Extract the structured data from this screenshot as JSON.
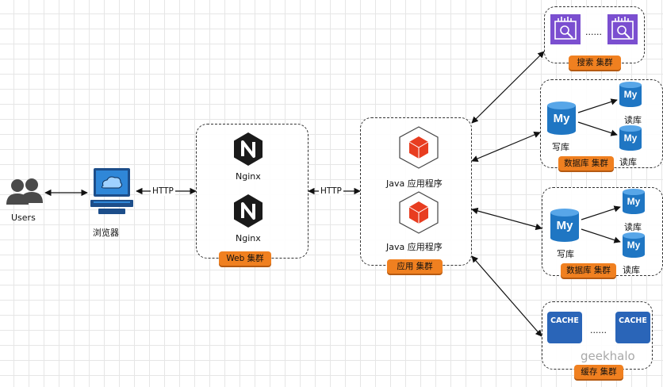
{
  "users": {
    "label": "Users"
  },
  "browser": {
    "label": "浏览器"
  },
  "connectors": {
    "http_left": "HTTP",
    "http_right": "HTTP"
  },
  "web_cluster": {
    "nginx_1": "Nginx",
    "nginx_2": "Nginx",
    "tag": "Web 集群"
  },
  "app_cluster": {
    "app_1": "Java 应用程序",
    "app_2": "Java 应用程序",
    "tag": "应用 集群"
  },
  "search_cluster": {
    "ellipsis": "......",
    "tag": "搜索 集群"
  },
  "db_cluster_1": {
    "master_logo": "My",
    "master_label": "写库",
    "replica_logo": "My",
    "replica_1": "读库",
    "replica_2": "读库",
    "tag": "数据库 集群"
  },
  "db_cluster_2": {
    "master_logo": "My",
    "master_label": "写库",
    "replica_logo": "My",
    "replica_1": "读库",
    "replica_2": "读库",
    "tag": "数据库 集群"
  },
  "cache_cluster": {
    "cache_1": "CACHE",
    "cache_2": "CACHE",
    "ellipsis": "......",
    "tag": "缓存 集群"
  },
  "watermark": {
    "text": "geekhalo"
  },
  "colors": {
    "accent": "#f08020",
    "aws_purple": "#7b4fd0",
    "mysql_blue": "#1f76c3",
    "cache_blue": "#2a65b8",
    "app_red": "#e83d20"
  }
}
